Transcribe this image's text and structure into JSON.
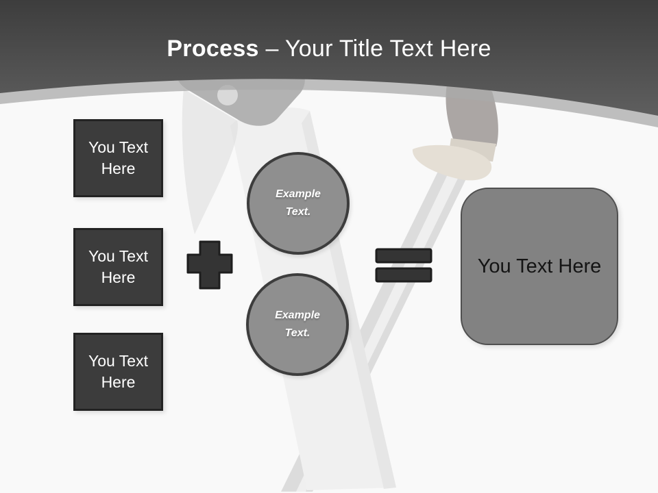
{
  "slide": {
    "title": {
      "emphasis": "Process",
      "rest": " – Your Title Text Here"
    },
    "input_boxes": [
      {
        "label": "You Text Here"
      },
      {
        "label": "You Text Here"
      },
      {
        "label": "You Text Here"
      }
    ],
    "operators": {
      "plus": "plus-sign",
      "equals": "equals-sign"
    },
    "example_circles": [
      {
        "label": "Example Text."
      },
      {
        "label": "Example Text."
      }
    ],
    "result_box": {
      "label": "You Text Here"
    },
    "colors": {
      "header_top": "#3d3d3d",
      "header_bottom": "#5f5f5f",
      "arc_band": "#aaaaaa",
      "background": "#f9f9f9",
      "box_fill": "#3c3c3c",
      "box_border": "#232323",
      "circle_fill": "#8f8f8f",
      "circle_border": "#3d3d3d",
      "result_fill": "#828282",
      "result_border": "#4f4f4f",
      "operator_fill": "#343434",
      "title_text": "#ffffff",
      "result_text": "#141414"
    }
  }
}
